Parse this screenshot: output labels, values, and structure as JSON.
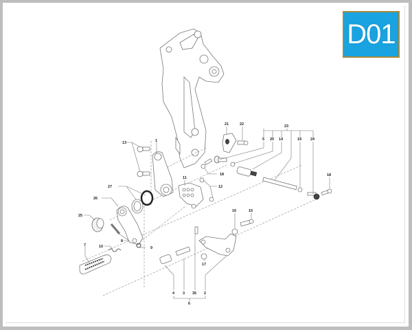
{
  "diagram": {
    "code": "D01",
    "badge_color": "#19a3e0",
    "badge_border_color": "#a88a3c",
    "description": "Exploded parts diagram of motorcycle rear-set footpeg and gear shift lever assembly"
  },
  "labels": {
    "l1": "1",
    "l2": "2",
    "l3": "3",
    "l4": "4",
    "l5": "5",
    "l6": "6",
    "l7": "7",
    "l8": "8",
    "l9": "9",
    "l10": "10",
    "l11": "11",
    "l12": "12",
    "l13": "13",
    "l14": "14",
    "l15": "15",
    "l16": "16",
    "l17": "17",
    "l18a": "18",
    "l18b": "18",
    "l19": "19",
    "l20": "20",
    "l21": "21",
    "l22": "22",
    "l23": "23",
    "l24": "24",
    "l25": "25",
    "l26": "26",
    "l27": "27",
    "l35": "35"
  }
}
